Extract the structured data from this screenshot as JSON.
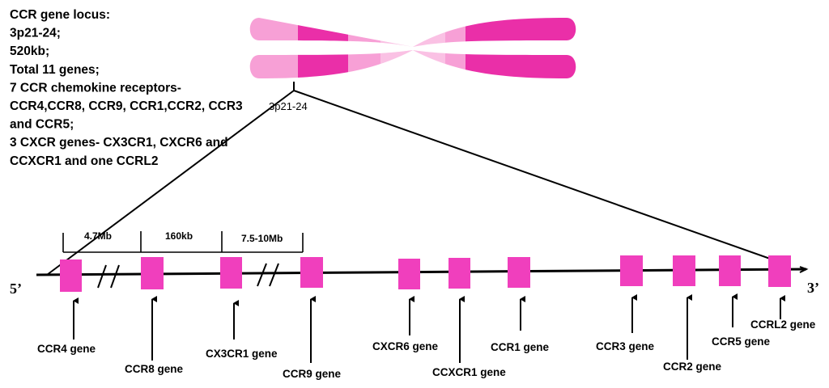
{
  "info_lines": [
    "CCR gene locus:",
    "3p21-24;",
    "520kb;",
    "Total 11 genes;",
    "7 CCR chemokine receptors-",
    "CCR4,CCR8, CCR9, CCR1,CCR2, CCR3",
    "and CCR5;",
    "3 CXCR genes- CX3CR1, CXCR6 and",
    "CCXCR1 and one CCRL2"
  ],
  "chromosome": {
    "band_label": "3p21-24",
    "colors": {
      "dark": "#ea2fa8",
      "light": "#f7a0d6"
    }
  },
  "scale_segments": [
    "4.7Mb",
    "160kb",
    "7.5-10Mb"
  ],
  "ends": {
    "five_prime": "5’",
    "three_prime": "3’"
  },
  "gene_color": "#f03fbd",
  "genes": [
    {
      "name": "CCR4 gene"
    },
    {
      "name": "CCR8 gene"
    },
    {
      "name": "CX3CR1 gene"
    },
    {
      "name": "CCR9 gene"
    },
    {
      "name": "CXCR6 gene"
    },
    {
      "name": "CCXCR1 gene"
    },
    {
      "name": "CCR1 gene"
    },
    {
      "name": "CCR3 gene"
    },
    {
      "name": "CCR2 gene"
    },
    {
      "name": "CCR5 gene"
    },
    {
      "name": "CCRL2 gene"
    }
  ],
  "breaks": [
    "//",
    "//"
  ]
}
